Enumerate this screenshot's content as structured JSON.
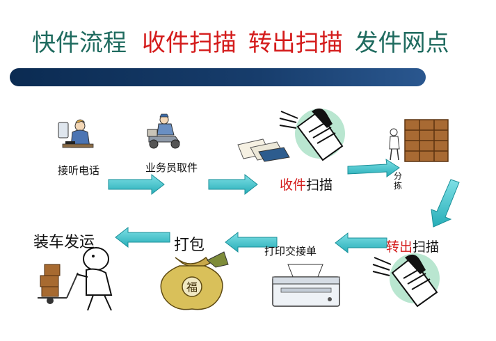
{
  "title": {
    "part1": "快件流程",
    "part2": "收件扫描",
    "part3": "转出扫描",
    "part4": "发件网点"
  },
  "colors": {
    "title_teal": "#1f6b5f",
    "title_red": "#d41b1b",
    "bar_dark": "#0b2b52",
    "arrow_cyan": "#39c1c9",
    "arrow_edge": "#1a8f98"
  },
  "steps": {
    "answer_call": "接听电话",
    "courier_pickup": "业务员取件",
    "receive_scan_1": "收件",
    "receive_scan_2": "扫描",
    "sort": "分拣",
    "transfer_scan_1": "转出",
    "transfer_scan_2": "扫描",
    "print_waybill": "打印交接单",
    "pack": "打包",
    "load_ship": "装车发运"
  },
  "icons": {
    "phone_operator": "phone-operator-icon",
    "courier": "courier-icon",
    "mail": "mail-icon",
    "scanner": "scanner-icon",
    "shelves": "sorting-shelves-icon",
    "printer": "printer-icon",
    "sack": "package-sack-icon",
    "sack_char": "福",
    "worker": "hand-truck-worker-icon"
  }
}
